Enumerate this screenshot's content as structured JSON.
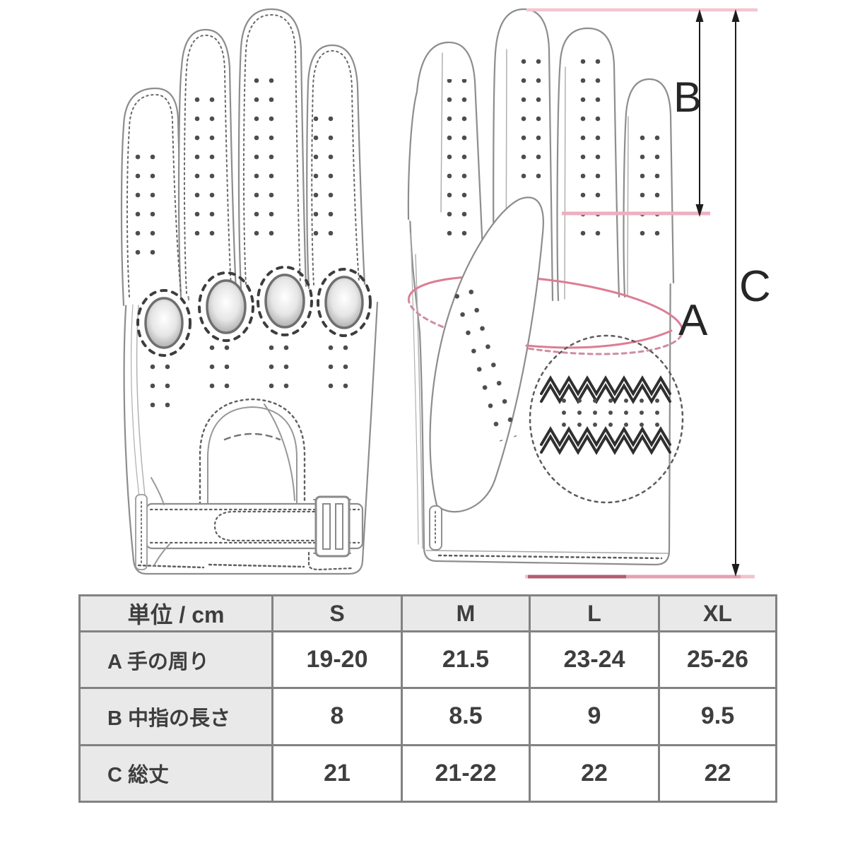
{
  "diagram": {
    "measurement_labels": {
      "hand_circumference": "A",
      "middle_finger_length": "B",
      "total_length": "C"
    },
    "accent_colors": {
      "measurement_pink_light": "#f3c6cf",
      "measurement_pink": "#edafbf",
      "measurement_pink_dark": "#b25e6e",
      "ellipse_pink": "#dd7d95",
      "arrow_black": "#1c1c1c",
      "sketch_gray": "#8d8d8d"
    }
  },
  "size_table": {
    "header": [
      "単位 / cm",
      "S",
      "M",
      "L",
      "XL"
    ],
    "rows": [
      {
        "label": "A 手の周り",
        "values": [
          "19-20",
          "21.5",
          "23-24",
          "25-26"
        ]
      },
      {
        "label": "B 中指の長さ",
        "values": [
          "8",
          "8.5",
          "9",
          "9.5"
        ]
      },
      {
        "label": "C 総丈",
        "values": [
          "21",
          "21-22",
          "22",
          "22"
        ]
      }
    ]
  }
}
